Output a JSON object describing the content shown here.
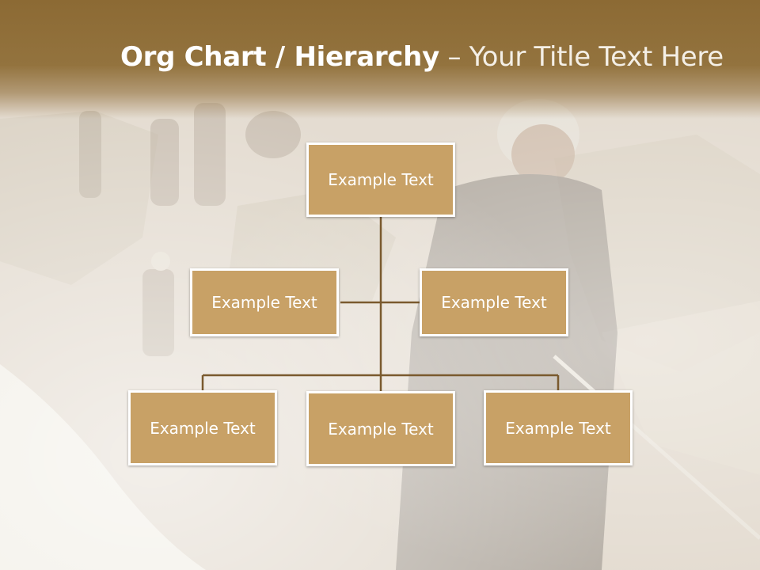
{
  "title": {
    "bold": "Org Chart / Hierarchy",
    "separator": " – ",
    "subtitle": "Your Title Text Here"
  },
  "colors": {
    "title_band": "#8c6a34",
    "node_fill": "#c8a166",
    "node_border": "#ffffff",
    "connector": "#7a5a2e"
  },
  "nodes": {
    "top": "Example Text",
    "mid_left": "Example Text",
    "mid_right": "Example Text",
    "bottom_left": "Example Text",
    "bottom_center": "Example Text",
    "bottom_right": "Example Text"
  }
}
